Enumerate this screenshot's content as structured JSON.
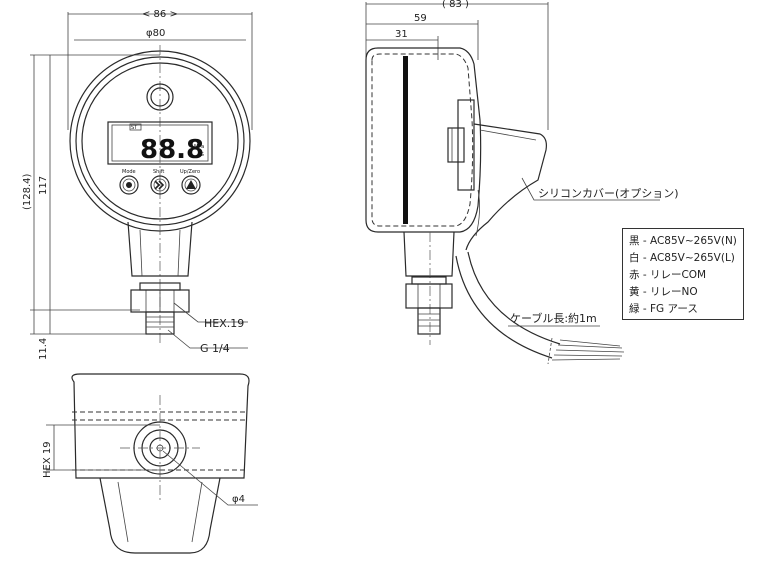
{
  "front_view": {
    "width_dim": "< 86 >",
    "dia_dim": "φ80",
    "height_dim": "117",
    "total_height_dim": "(128.4)",
    "lower_dim": "11.4",
    "hex_label": "HEX.19",
    "thread_label": "G 1/4",
    "display": {
      "value": "88.8",
      "unit_top": "MPa",
      "unit_bottom": "G",
      "indicator": "ST",
      "buttons": [
        "Mode",
        "Shift",
        "Up/Zero"
      ]
    }
  },
  "side_view": {
    "width_dim": "( 83 )",
    "dim_59": "59",
    "dim_31": "31",
    "silicon_cover": "シリコンカバー(オプション)",
    "cable_length": "ケーブル長:約1m"
  },
  "bottom_view": {
    "hex_dim": "HEX 19",
    "hole_dim": "φ4"
  },
  "wiring_legend": [
    "黒 - AC85V~265V(N)",
    "白 - AC85V~265V(L)",
    "赤 - リレーCOM",
    "黄 - リレーNO",
    "緑 - FG アース"
  ]
}
